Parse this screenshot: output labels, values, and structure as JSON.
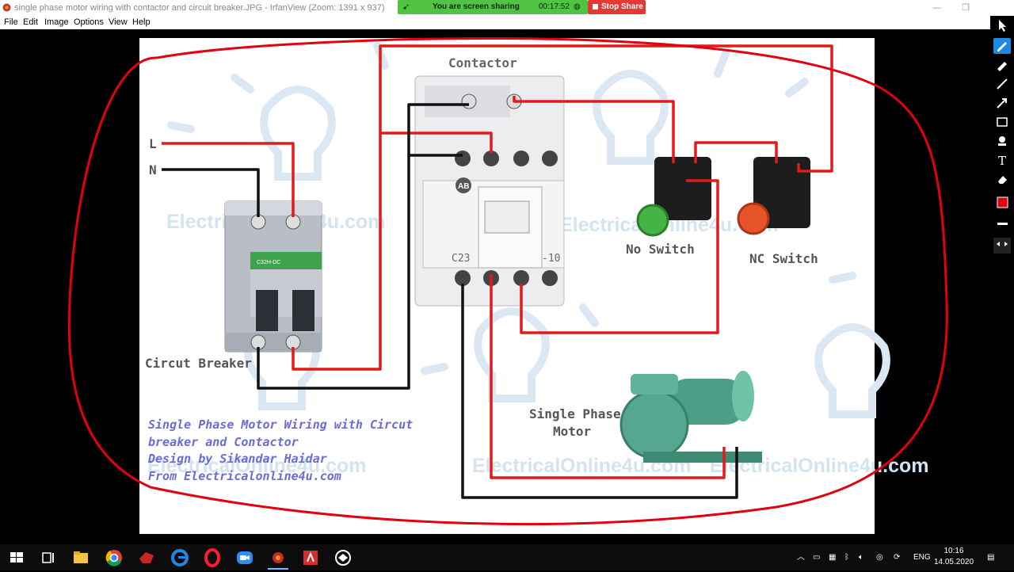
{
  "window": {
    "title": "single phase motor wiring with contactor and circuit breaker.JPG - IrfanView (Zoom: 1391 x 937)"
  },
  "menu": {
    "items": [
      "File",
      "Edit",
      "Image",
      "Options",
      "View",
      "Help"
    ]
  },
  "screen_share": {
    "message": "You are screen sharing",
    "timer": "00:17:52",
    "stop_label": "Stop Share"
  },
  "diagram": {
    "title": "Contactor",
    "labels": {
      "L": "L",
      "N": "N",
      "circuit_breaker": "Circut Breaker",
      "no_switch": "No Switch",
      "nc_switch": "NC Switch",
      "motor_line1": "Single Phase",
      "motor_line2": "Motor",
      "c23": "C23",
      "c10": "-10",
      "ab": "AB",
      "breaker_model": "C32H-DC"
    },
    "description": [
      "Single Phase Motor Wiring with Circut",
      "breaker and Contactor",
      "Design by Sikandar Haidar",
      "From Electricalonline4u.com"
    ],
    "watermarks": [
      "ElectricalOnline4u.com",
      "ElectricalOnline4u.com",
      "ElectricalOnline4u.com",
      "ElectricalOnline4u.com",
      "ElectricalOnline4u.com"
    ]
  },
  "colors": {
    "wire_red": "#e01b1b",
    "wire_black": "#111111",
    "annotation_red": "#e3000f",
    "text_purple": "#6b6bd8",
    "share_green": "#4fc342",
    "share_red": "#e53935"
  },
  "toolbar": {
    "tools": [
      "cursor-icon",
      "pen-icon",
      "marker-icon",
      "line-icon",
      "arrow-icon",
      "rectangle-icon",
      "stamp-icon",
      "text-icon",
      "eraser-icon",
      "color-swatch",
      "line-width-icon",
      "expand-icon"
    ],
    "active_color": "#e3000f"
  },
  "taskbar": {
    "apps": [
      "start-icon",
      "task-view-icon",
      "file-explorer-icon",
      "chrome-icon",
      "app-red-icon",
      "edge-icon",
      "opera-icon",
      "zoom-icon",
      "irfanview-icon",
      "acrobat-icon",
      "app-circle-icon"
    ],
    "language": "ENG",
    "time": "10:16",
    "date": "14.05.2020"
  }
}
